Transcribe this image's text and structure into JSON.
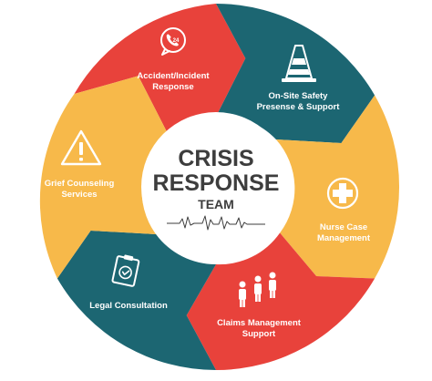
{
  "title": {
    "line1": "CRISIS",
    "line2": "RESPONSE",
    "line3": "TEAM"
  },
  "segments": [
    {
      "id": "accident",
      "line1": "Accident/Incident",
      "line2": "Response",
      "icon": "phone-24-icon",
      "color": "#e8423b"
    },
    {
      "id": "onsite",
      "line1": "On-Site Safety",
      "line2": "Presense & Support",
      "icon": "traffic-cone-icon",
      "color": "#1c6672"
    },
    {
      "id": "nurse",
      "line1": "Nurse Case",
      "line2": "Management",
      "icon": "medical-cross-icon",
      "color": "#f7b94a"
    },
    {
      "id": "claims",
      "line1": "Claims Management",
      "line2": "Support",
      "icon": "people-group-icon",
      "color": "#e8423b"
    },
    {
      "id": "legal",
      "line1": "Legal Consultation",
      "line2": "",
      "icon": "clipboard-check-icon",
      "color": "#1c6672"
    },
    {
      "id": "grief",
      "line1": "Grief Counseling",
      "line2": "Services",
      "icon": "warning-triangle-icon",
      "color": "#f7b94a"
    }
  ],
  "colors": {
    "red": "#e8423b",
    "teal": "#1c6672",
    "yellow": "#f7b94a",
    "center_text": "#3d3d3d",
    "center_bg": "#ffffff"
  }
}
